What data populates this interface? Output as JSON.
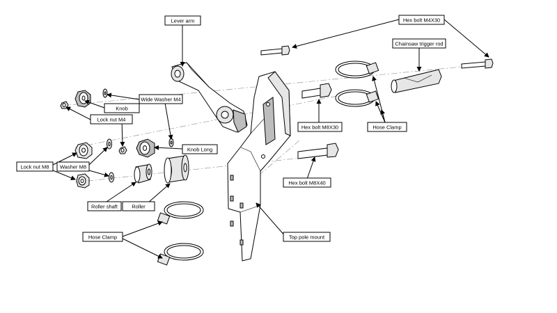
{
  "labels": {
    "lever_arm": "Lever arm",
    "hex_bolt_m4x30": "Hex bolt M4X30",
    "chainsaw_trigger_rod": "Chainsaw trigger rod",
    "wide_washer_m4": "Wide Washer M4",
    "knob": "Knob",
    "lock_nut_m4": "Lock nut M4",
    "hex_bolt_m8x30": "Hex bolt M8X30",
    "hose_clamp_top": "Hose Clamp",
    "knob_long": "Knob Long",
    "lock_nut_m8": "Lock nut M8",
    "washer_m8": "Washer M8",
    "hex_bolt_m8x40": "Hex bolt M8X40",
    "roller_shaft": "Roller shaft",
    "roller": "Roller",
    "hose_clamp_bottom": "Hose Clamp",
    "top_pole_mount": "Top pole mount"
  },
  "colors": {
    "line": "#000000",
    "center_line": "#9a9a9a",
    "background": "#ffffff"
  }
}
